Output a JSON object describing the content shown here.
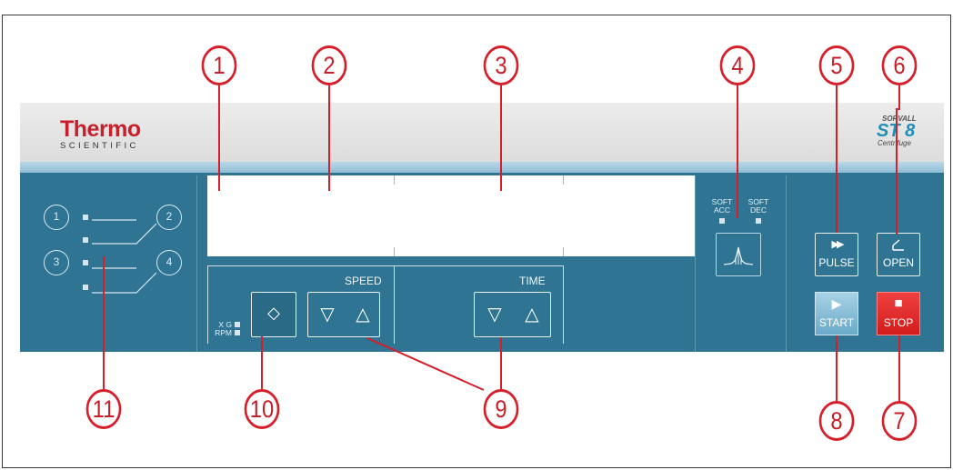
{
  "brand": {
    "logo_line1": "Thermo",
    "logo_line2": "SCIENTIFIC",
    "product_small": "SORVALL",
    "product_model": "ST 8",
    "product_type": "Centrifuge"
  },
  "callouts": [
    "1",
    "2",
    "3",
    "4",
    "5",
    "6",
    "7",
    "8",
    "9",
    "10",
    "11"
  ],
  "programs": [
    "1",
    "2",
    "3",
    "4"
  ],
  "speed": {
    "label": "SPEED",
    "unit_xg": "X G",
    "unit_rpm": "RPM",
    "toggle_glyph": "◇",
    "down_glyph": "▽",
    "up_glyph": "△"
  },
  "time": {
    "label": "TIME",
    "down_glyph": "▽",
    "up_glyph": "△"
  },
  "soft": {
    "acc_line1": "SOFT",
    "acc_line2": "ACC",
    "dec_line1": "SOFT",
    "dec_line2": "DEC"
  },
  "buttons": {
    "pulse_label": "PULSE",
    "pulse_glyph": "▶▶",
    "open_label": "OPEN",
    "start_label": "START",
    "start_glyph": "▶",
    "stop_label": "STOP",
    "stop_glyph": "■"
  },
  "colors": {
    "panel": "#2f7593",
    "callout_red": "#d51f2a",
    "stop_red": "#e02a2a",
    "start_blue": "#8cc3dc"
  }
}
